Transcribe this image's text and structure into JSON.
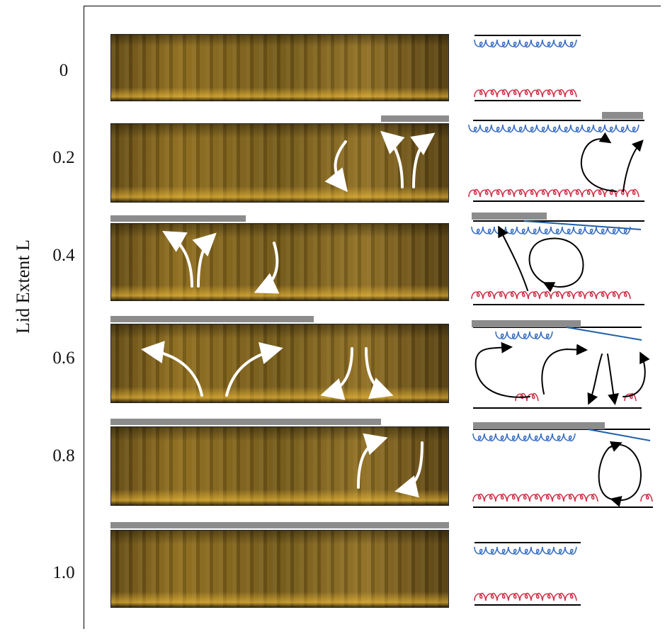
{
  "axis": {
    "ylabel": "Lid Extent L"
  },
  "rows": [
    {
      "lid_extent": "0",
      "lid_fraction": 0.0
    },
    {
      "lid_extent": "0.2",
      "lid_fraction": 0.2
    },
    {
      "lid_extent": "0.4",
      "lid_fraction": 0.4
    },
    {
      "lid_extent": "0.6",
      "lid_fraction": 0.6
    },
    {
      "lid_extent": "0.8",
      "lid_fraction": 0.8
    },
    {
      "lid_extent": "1.0",
      "lid_fraction": 1.0
    }
  ],
  "colors": {
    "lid": "#8c8c8c",
    "cold_plumes": "#3a6fc4",
    "hot_plumes": "#d2324a",
    "flow_arrows_photo": "#ffffff",
    "flow_arrows_sketch": "#000000",
    "tilted_boundary": "#1f5fa8",
    "photo_fluid": "#8a6a1e"
  }
}
